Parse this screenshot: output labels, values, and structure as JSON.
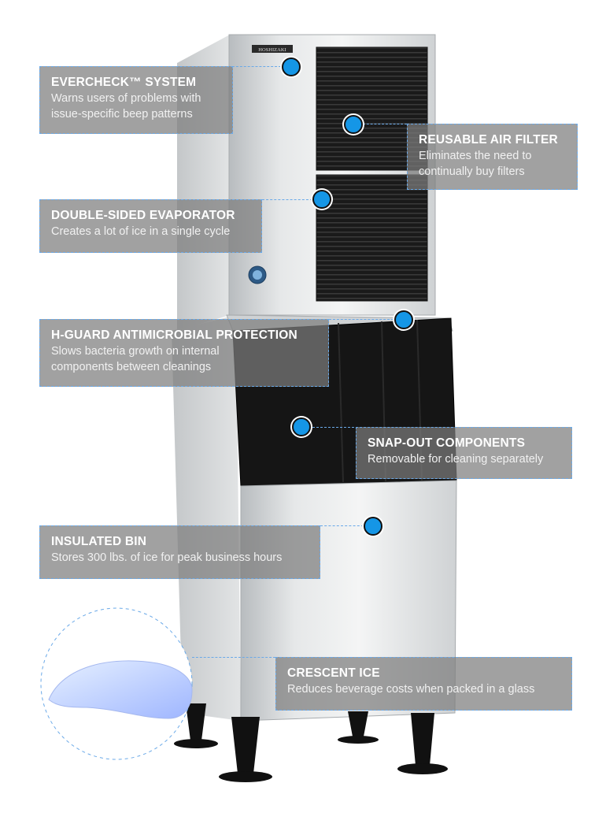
{
  "brand": "HOSHIZAKI",
  "colors": {
    "accent": "#1596e6",
    "callout_bg": "#7d7d7d",
    "dashed_border": "#6aa9e8"
  },
  "callouts": {
    "evercheck": {
      "title": "EVERCHECK™ SYSTEM",
      "desc1": "Warns users of problems with",
      "desc2": "issue-specific beep patterns"
    },
    "airfilter": {
      "title": "REUSABLE AIR FILTER",
      "desc1": "Eliminates the need to",
      "desc2": "continually buy filters"
    },
    "evaporator": {
      "title": "DOUBLE-SIDED EVAPORATOR",
      "desc1": "Creates a lot of ice in a single cycle"
    },
    "hguard": {
      "title": "H-GUARD ANTIMICROBIAL PROTECTION",
      "desc1": "Slows bacteria growth on internal",
      "desc2": "components between cleanings"
    },
    "snapout": {
      "title": "SNAP-OUT COMPONENTS",
      "desc1": "Removable for cleaning separately"
    },
    "bin": {
      "title": "INSULATED BIN",
      "desc1": "Stores 300 lbs. of ice for peak business hours"
    },
    "crescent": {
      "title": "CRESCENT ICE",
      "desc1": "Reduces beverage costs when packed in a glass"
    }
  }
}
